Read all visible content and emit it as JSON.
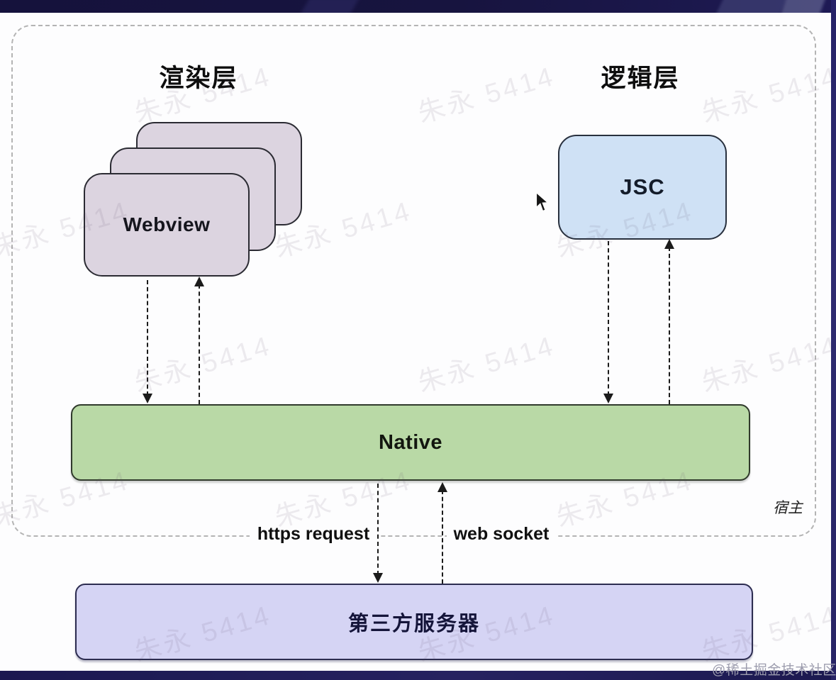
{
  "diagram": {
    "render_layer": {
      "title": "渲染层",
      "webview": {
        "label": "Webview"
      }
    },
    "logic_layer": {
      "title": "逻辑层",
      "jsc": {
        "label": "JSC"
      }
    },
    "native": {
      "label": "Native"
    },
    "host": {
      "label": "宿主"
    },
    "server": {
      "label": "第三方服务器"
    },
    "connections": {
      "https_request": "https request",
      "web_socket": "web socket"
    }
  },
  "watermark": {
    "text": "朱永 5414",
    "credit": "@稀土掘金技术社区"
  },
  "colors": {
    "webview_fill": "#dcd4e0",
    "jsc_fill": "#cfe1f5",
    "native_fill": "#b9d9a6",
    "server_fill": "#d5d4f4",
    "box_border": "#2b2b33",
    "frame_border": "#b4b4b4",
    "arrow": "#1b1b1b",
    "topbar": "#15123c",
    "bottombar": "#262260",
    "stripe": "#2e2b70"
  }
}
